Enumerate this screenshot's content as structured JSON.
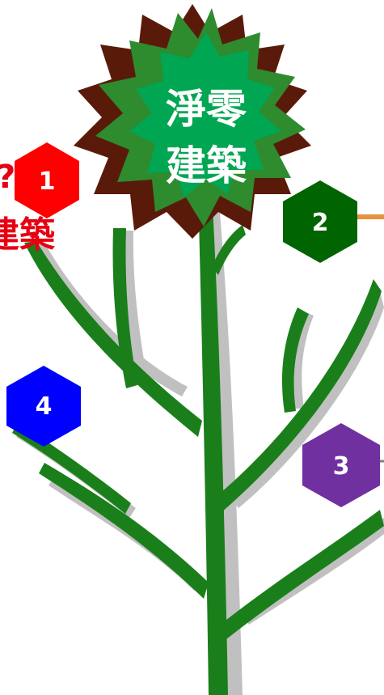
{
  "title": {
    "line1": "淨零",
    "line2": "建築"
  },
  "left_label": "建築",
  "nodes": [
    {
      "number": "1",
      "color": "#ff0000"
    },
    {
      "number": "2",
      "color": "#006400"
    },
    {
      "number": "3",
      "color": "#7030a0"
    },
    {
      "number": "4",
      "color": "#0000ff"
    }
  ],
  "colors": {
    "trunk": "#1a7f1a",
    "shadow": "#c0c0c0",
    "star_back": "#5a1a0a",
    "star_front": "#2e8b2e",
    "star_inner": "#00a651",
    "connector_orange": "#e8923a"
  }
}
